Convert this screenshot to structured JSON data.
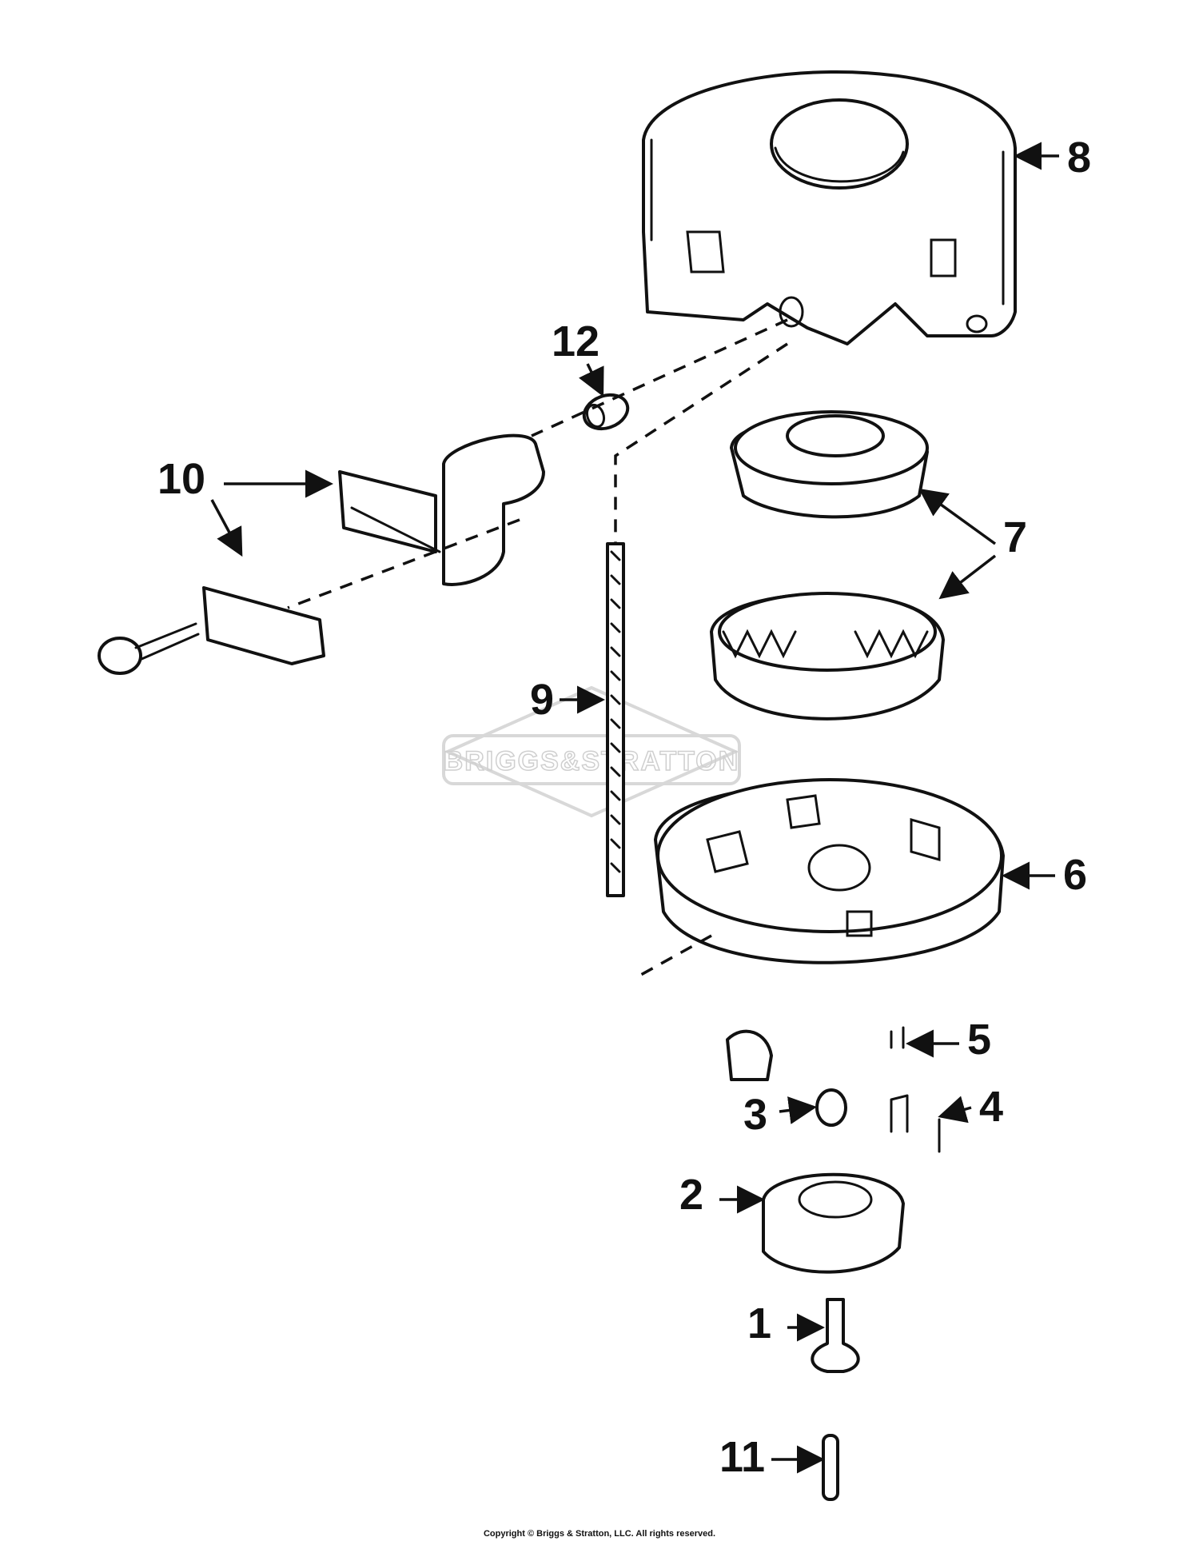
{
  "diagram": {
    "watermark": "BRIGGS&STRATTON",
    "copyright": "Copyright © Briggs & Stratton, LLC. All rights reserved.",
    "parts": [
      {
        "id": "part-1",
        "callout": "1"
      },
      {
        "id": "part-2",
        "callout": "2"
      },
      {
        "id": "part-3",
        "callout": "3"
      },
      {
        "id": "part-4",
        "callout": "4"
      },
      {
        "id": "part-5",
        "callout": "5"
      },
      {
        "id": "part-6",
        "callout": "6"
      },
      {
        "id": "part-7",
        "callout": "7"
      },
      {
        "id": "part-8",
        "callout": "8"
      },
      {
        "id": "part-9",
        "callout": "9"
      },
      {
        "id": "part-10",
        "callout": "10"
      },
      {
        "id": "part-11",
        "callout": "11"
      },
      {
        "id": "part-12",
        "callout": "12"
      }
    ]
  }
}
